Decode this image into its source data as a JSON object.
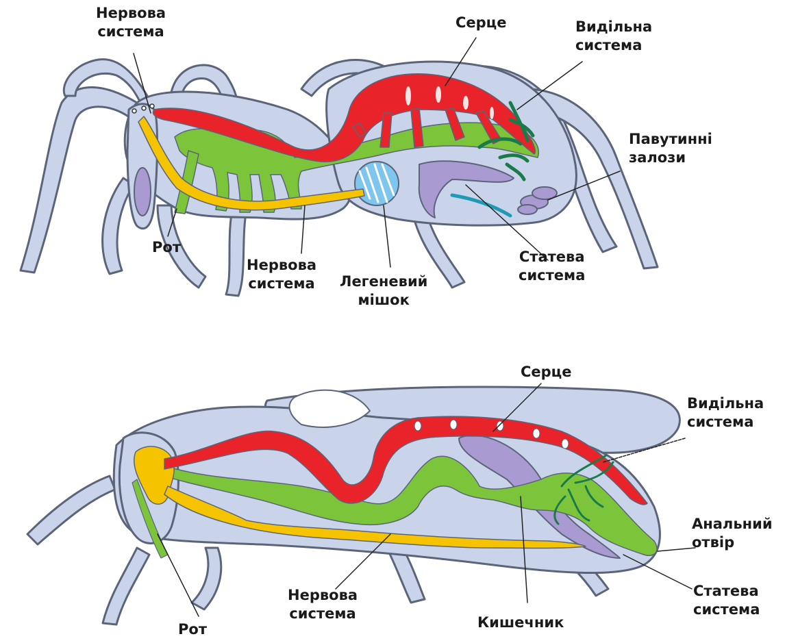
{
  "spider": {
    "labels": {
      "nervous_top": [
        "Нервова",
        "система"
      ],
      "heart": [
        "Серце"
      ],
      "excretory": [
        "Видільна",
        "система"
      ],
      "silk_glands": [
        "Павутинні",
        "залози"
      ],
      "mouth": [
        "Рот"
      ],
      "nervous_bottom": [
        "Нервова",
        "система"
      ],
      "book_lung": [
        "Легеневий",
        "мішок"
      ],
      "reproductive": [
        "Статева",
        "система"
      ]
    }
  },
  "insect": {
    "labels": {
      "heart": [
        "Серце"
      ],
      "excretory": [
        "Видільна",
        "система"
      ],
      "anus": [
        "Анальний",
        "отвір"
      ],
      "reproductive": [
        "Статева",
        "система"
      ],
      "intestine": [
        "Кишечник"
      ],
      "nervous": [
        "Нервова",
        "система"
      ],
      "mouth": [
        "Рот"
      ]
    }
  },
  "colors": {
    "body_fill": "#c9d3ea",
    "outline": "#5b6478",
    "heart": "#e8242a",
    "gut": "#7cc53b",
    "nerve": "#f5c300",
    "reproductive": "#a99bd2",
    "excretory": "#1b7a4a",
    "lung": "#7fc6ee"
  }
}
